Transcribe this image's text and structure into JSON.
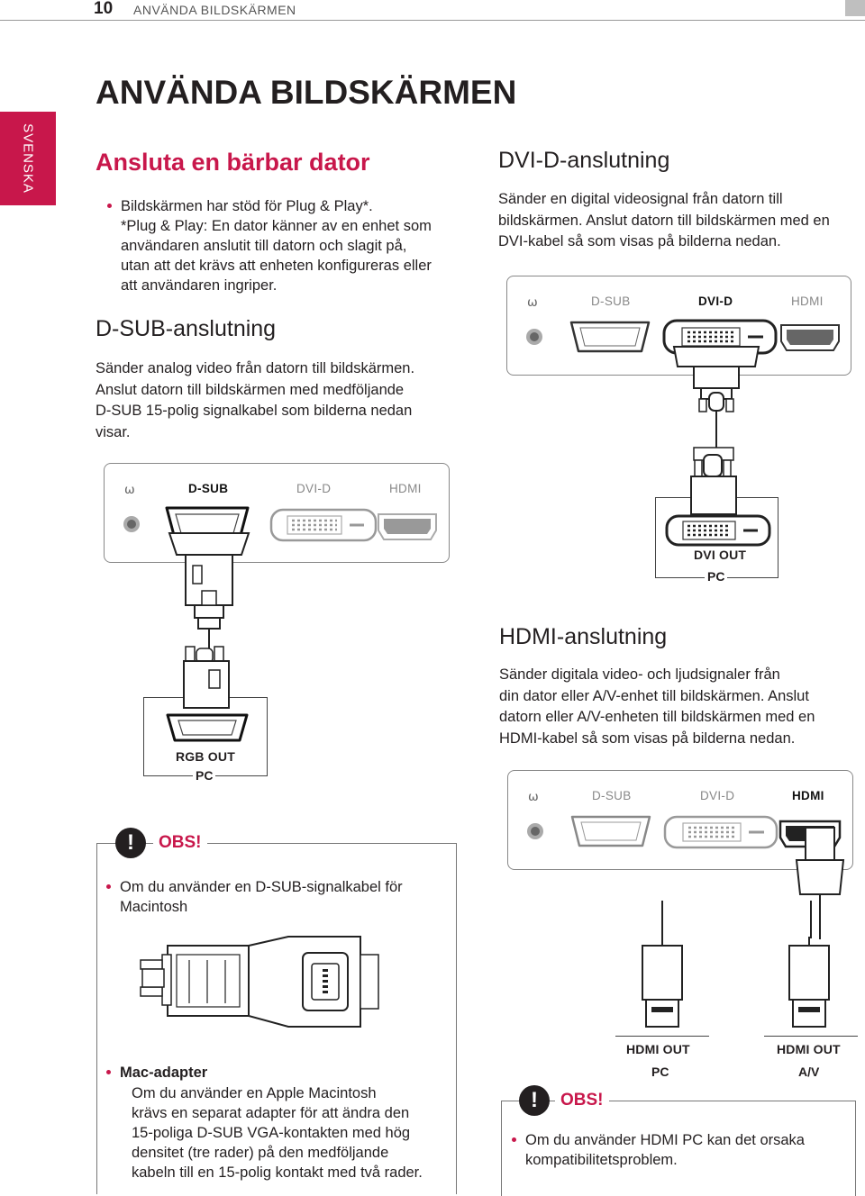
{
  "header": {
    "page_number": "10",
    "section": "ANVÄNDA BILDSKÄRMEN"
  },
  "side_tab": "SVENSKA",
  "main_title": "ANVÄNDA BILDSKÄRMEN",
  "section_title": "Ansluta en bärbar dator",
  "intro_bullet": [
    "Bildskärmen har stöd för Plug & Play*.",
    "*Plug & Play: En dator känner av en enhet som",
    "användaren anslutit till datorn och slagit på,",
    "utan att det krävs att enheten konfigureras eller",
    "att användaren ingriper."
  ],
  "dsub": {
    "title": "D-SUB-anslutning",
    "text": [
      "Sänder analog video från datorn till bildskärmen.",
      "Anslut datorn till bildskärmen med medföljande",
      "D-SUB 15-polig signalkabel som bilderna nedan",
      "visar."
    ]
  },
  "dvi": {
    "title": "DVI-D-anslutning",
    "text": [
      "Sänder en digital videosignal från datorn till",
      "bildskärmen. Anslut datorn till bildskärmen med en",
      "DVI-kabel så som visas på bilderna nedan."
    ]
  },
  "hdmi": {
    "title": "HDMI-anslutning",
    "text": [
      "Sänder digitala video- och ljudsignaler från",
      "din dator eller A/V-enhet till bildskärmen. Anslut",
      "datorn eller A/V-enheten till bildskärmen med en",
      "HDMI-kabel så som visas på bilderna nedan."
    ]
  },
  "port_labels": {
    "dsub": "D-SUB",
    "dvi": "DVI-D",
    "hdmi": "HDMI"
  },
  "captions": {
    "rgb_out": "RGB OUT",
    "dvi_out": "DVI OUT",
    "hdmi_out": "HDMI OUT",
    "pc": "PC",
    "av": "A/V"
  },
  "note1": {
    "title": "OBS!",
    "bullet1": [
      "Om du använder en D-SUB-signalkabel för",
      "Macintosh"
    ],
    "bullet2_title": "Mac-adapter",
    "bullet2_text": [
      "Om du använder en Apple Macintosh",
      "krävs en separat adapter för att ändra den",
      "15-poliga D-SUB VGA-kontakten med hög",
      "densitet (tre rader) på den medföljande",
      "kabeln till en 15-polig kontakt med två rader."
    ]
  },
  "note2": {
    "title": "OBS!",
    "bullet": [
      "Om du använder HDMI PC kan det orsaka",
      "kompatibilitetsproblem."
    ]
  }
}
